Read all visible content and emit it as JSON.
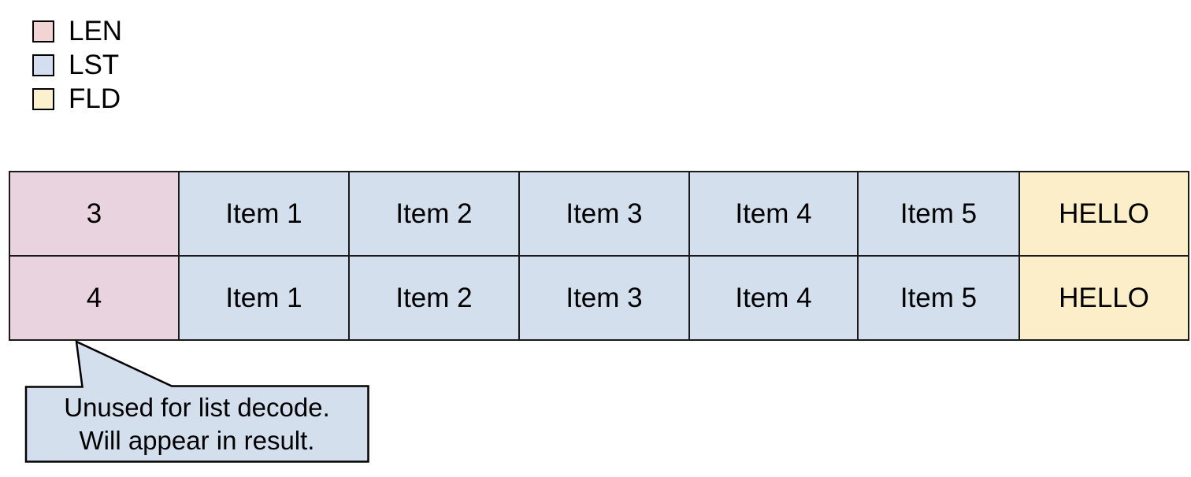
{
  "legend": {
    "items": [
      {
        "label": "LEN",
        "color": "#f2d4d4",
        "swatch_icon": "square-swatch-icon"
      },
      {
        "label": "LST",
        "color": "#d3dff0",
        "swatch_icon": "square-swatch-icon"
      },
      {
        "label": "FLD",
        "color": "#fcf1cf",
        "swatch_icon": "square-swatch-icon"
      }
    ]
  },
  "table": {
    "rows": [
      {
        "len": "3",
        "items": [
          "Item 1",
          "Item 2",
          "Item 3",
          "Item 4",
          "Item 5"
        ],
        "fld": "HELLO"
      },
      {
        "len": "4",
        "items": [
          "Item 1",
          "Item 2",
          "Item 3",
          "Item 4",
          "Item 5"
        ],
        "fld": "HELLO"
      }
    ]
  },
  "callout": {
    "line1": "Unused for list decode.",
    "line2": "Will appear in result.",
    "fill": "#d4dfee",
    "stroke": "#000000"
  }
}
